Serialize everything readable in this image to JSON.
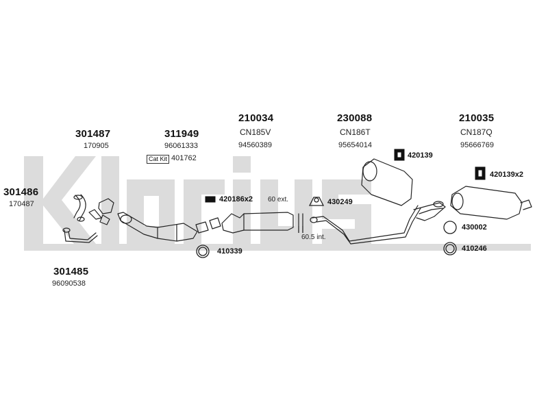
{
  "watermark": {
    "text": "Klarius"
  },
  "parts": [
    {
      "id": "301486",
      "oem": "170487"
    },
    {
      "id": "301487",
      "oem": "170905"
    },
    {
      "id": "311949",
      "oem": "96061333"
    },
    {
      "id": "210034",
      "oem": "CN185V",
      "oem2": "94560389"
    },
    {
      "id": "230088",
      "oem": "CN186T",
      "oem2": "95654014"
    },
    {
      "id": "210035",
      "oem": "CN187Q",
      "oem2": "95666769"
    },
    {
      "id": "301485",
      "oem": "96090538"
    }
  ],
  "catkit": {
    "label": "Cat Kit",
    "code": "401762"
  },
  "fittings": [
    {
      "code": "420186x2",
      "note": "60 ext."
    },
    {
      "code": "430249"
    },
    {
      "code": "420139"
    },
    {
      "code": "420139x2"
    },
    {
      "code": "410339"
    },
    {
      "code": "430002"
    },
    {
      "code": "410246"
    }
  ],
  "dimension_note": "60.5 int.",
  "colors": {
    "watermark": "#d9d9d9",
    "line": "#222222",
    "fill": "#f4f4f4"
  }
}
